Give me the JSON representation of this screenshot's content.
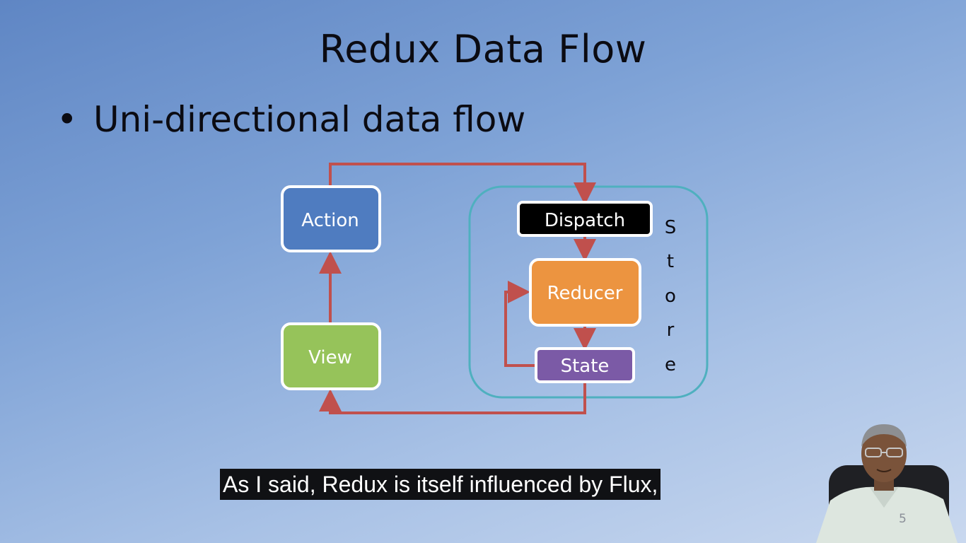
{
  "slide": {
    "title": "Redux Data Flow",
    "bullet": "Uni-directional data flow",
    "page_number": "5"
  },
  "diagram": {
    "nodes": {
      "action": "Action",
      "view": "View",
      "dispatch": "Dispatch",
      "reducer": "Reducer",
      "state": "State"
    },
    "store_letters": [
      "S",
      "t",
      "o",
      "r",
      "e"
    ]
  },
  "caption": {
    "text": "As I said, Redux is itself influenced by Flux,"
  },
  "colors": {
    "action": "#4f7cc0",
    "view": "#96c35a",
    "dispatch": "#000000",
    "reducer": "#ec9440",
    "state": "#7b5aa6",
    "arrows": "#c0504d",
    "store_border": "#4fb0bf"
  }
}
